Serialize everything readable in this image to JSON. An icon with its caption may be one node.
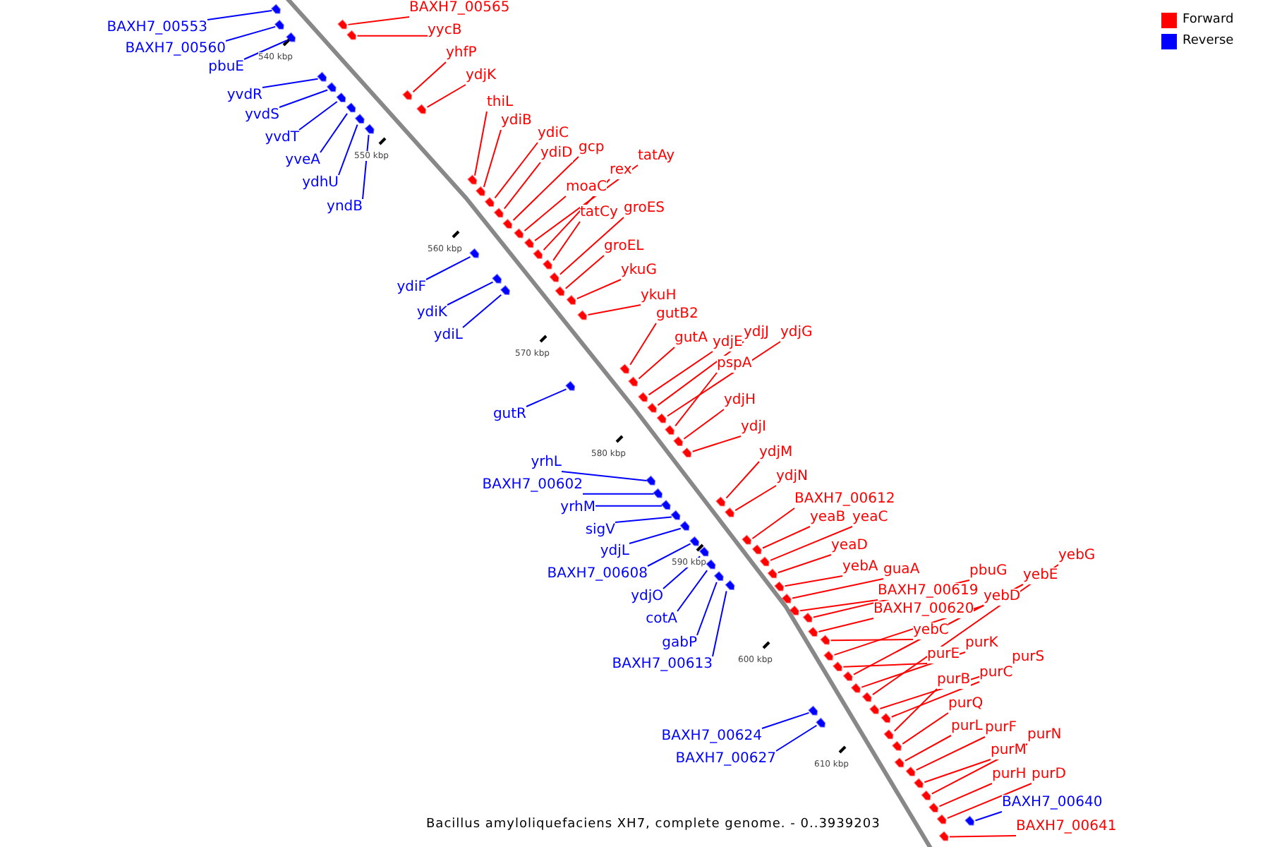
{
  "diagram": {
    "caption": "Bacillus amyloliquefaciens XH7, complete genome. - 0..3939203",
    "nodes": [
      {
        "text": [
          "BAXH7_00553"
        ]
      },
      {
        "text": [
          "BAXH7_00560"
        ]
      },
      {
        "text": [
          "pbuE"
        ]
      },
      {
        "text": [
          "yvdR"
        ]
      },
      {
        "text": [
          "yvdS"
        ]
      },
      {
        "text": [
          "yvdT"
        ]
      },
      {
        "text": [
          "yveA"
        ]
      },
      {
        "text": [
          "ydhU"
        ]
      },
      {
        "text": [
          "yndB"
        ]
      },
      {
        "text": [
          "ydiF"
        ]
      },
      {
        "text": [
          "ydiK"
        ]
      },
      {
        "text": [
          "ydiL"
        ]
      },
      {
        "text": [
          "gutR"
        ]
      },
      {
        "text": [
          "yrhL"
        ]
      },
      {
        "text": [
          "BAXH7_00602"
        ]
      },
      {
        "text": [
          "yrhM"
        ]
      },
      {
        "text": [
          "sigV"
        ]
      },
      {
        "text": [
          "ydjL"
        ]
      },
      {
        "text": [
          "BAXH7_00608"
        ]
      },
      {
        "text": [
          "ydjO"
        ]
      },
      {
        "text": [
          "cotA"
        ]
      },
      {
        "text": [
          "gabP"
        ]
      },
      {
        "text": [
          "BAXH7_00613"
        ]
      },
      {
        "text": [
          "BAXH7_00624"
        ]
      },
      {
        "text": [
          "BAXH7_00627"
        ]
      },
      {
        "text": [
          "BAXH7_00640"
        ]
      },
      {
        "text": [
          "BAXH7_00565"
        ]
      },
      {
        "text": [
          "yycB"
        ]
      },
      {
        "text": [
          "yhfP"
        ]
      },
      {
        "text": [
          "ydjK"
        ]
      },
      {
        "text": [
          "thiL"
        ]
      },
      {
        "text": [
          "ydiB"
        ]
      },
      {
        "text": [
          "ydiC"
        ]
      },
      {
        "text": [
          "ydiD"
        ]
      },
      {
        "text": [
          "gcp"
        ]
      },
      {
        "text": [
          "rex"
        ]
      },
      {
        "text": [
          "tatAy"
        ]
      },
      {
        "text": [
          "moaC"
        ]
      },
      {
        "text": [
          "tatCy"
        ]
      },
      {
        "text": [
          "groES"
        ]
      },
      {
        "text": [
          "groEL"
        ]
      },
      {
        "text": [
          "ykuG"
        ]
      },
      {
        "text": [
          "ykuH"
        ]
      },
      {
        "text": [
          "gutB2"
        ]
      },
      {
        "text": [
          "gutA"
        ]
      },
      {
        "text": [
          "ydjE"
        ]
      },
      {
        "text": [
          "ydjJ"
        ]
      },
      {
        "text": [
          "ydjG"
        ]
      },
      {
        "text": [
          "pspA"
        ]
      },
      {
        "text": [
          "ydjH"
        ]
      },
      {
        "text": [
          "ydjI"
        ]
      },
      {
        "text": [
          "ydjM"
        ]
      },
      {
        "text": [
          "ydjN"
        ]
      },
      {
        "text": [
          "BAXH7_00612"
        ]
      },
      {
        "text": [
          "yeaB"
        ]
      },
      {
        "text": [
          "yeaC"
        ]
      },
      {
        "text": [
          "yeaD"
        ]
      },
      {
        "text": [
          "yebA"
        ]
      },
      {
        "text": [
          "guaA"
        ]
      },
      {
        "text": [
          "pbuG"
        ]
      },
      {
        "text": [
          "BAXH7_00619"
        ]
      },
      {
        "text": [
          "yebD"
        ]
      },
      {
        "text": [
          "yebE"
        ]
      },
      {
        "text": [
          "yebG"
        ]
      },
      {
        "text": [
          "BAXH7_00620"
        ]
      },
      {
        "text": [
          "yebC"
        ]
      },
      {
        "text": [
          "purK"
        ]
      },
      {
        "text": [
          "purE"
        ]
      },
      {
        "text": [
          "purS"
        ]
      },
      {
        "text": [
          "purC"
        ]
      },
      {
        "text": [
          "purB"
        ]
      },
      {
        "text": [
          "purQ"
        ]
      },
      {
        "text": [
          "purL"
        ]
      },
      {
        "text": [
          "purF"
        ]
      },
      {
        "text": [
          "purM"
        ]
      },
      {
        "text": [
          "purN"
        ]
      },
      {
        "text": [
          "purH"
        ]
      },
      {
        "text": [
          "purD"
        ]
      },
      {
        "text": [
          "BAXH7_00641"
        ]
      },
      {
        "text": [],
        "shape": "box"
      },
      {
        "text": [],
        "shape": "box"
      },
      {
        "text": [],
        "shape": "box"
      },
      {
        "text": [],
        "shape": "box"
      },
      {
        "text": [],
        "shape": "box"
      },
      {
        "text": [],
        "shape": "box"
      },
      {
        "text": [],
        "shape": "box"
      },
      {
        "text": [],
        "shape": "box"
      },
      {
        "text": [],
        "shape": "box"
      },
      {
        "text": [],
        "shape": "box"
      },
      {
        "text": [],
        "shape": "box"
      },
      {
        "text": [],
        "shape": "box"
      },
      {
        "text": [],
        "shape": "box"
      },
      {
        "text": [],
        "shape": "box"
      },
      {
        "text": [],
        "shape": "box"
      },
      {
        "text": [],
        "shape": "box"
      },
      {
        "text": [],
        "shape": "box"
      },
      {
        "text": [],
        "shape": "box"
      },
      {
        "text": [],
        "shape": "box"
      },
      {
        "text": [],
        "shape": "box"
      },
      {
        "text": [],
        "shape": "box"
      },
      {
        "text": [],
        "shape": "box"
      },
      {
        "text": [],
        "shape": "box"
      },
      {
        "text": [],
        "shape": "box"
      },
      {
        "text": [],
        "shape": "box"
      },
      {
        "text": [],
        "shape": "box"
      },
      {
        "text": [],
        "shape": "box"
      },
      {
        "text": [],
        "shape": "box"
      },
      {
        "text": [],
        "shape": "box"
      },
      {
        "text": [],
        "shape": "box"
      },
      {
        "text": [],
        "shape": "box"
      },
      {
        "text": [],
        "shape": "box"
      },
      {
        "text": [],
        "shape": "box"
      },
      {
        "text": [],
        "shape": "box"
      },
      {
        "text": [],
        "shape": "box"
      },
      {
        "text": [],
        "shape": "box"
      },
      {
        "text": [],
        "shape": "box"
      },
      {
        "text": [],
        "shape": "box"
      },
      {
        "text": [],
        "shape": "box"
      },
      {
        "text": [],
        "shape": "box"
      },
      {
        "text": [],
        "shape": "box"
      },
      {
        "text": [],
        "shape": "box"
      },
      {
        "text": [],
        "shape": "box"
      },
      {
        "text": [],
        "shape": "box"
      },
      {
        "text": [],
        "shape": "box"
      },
      {
        "text": [],
        "shape": "box"
      },
      {
        "text": [],
        "shape": "box"
      },
      {
        "text": [],
        "shape": "box"
      },
      {
        "text": [],
        "shape": "box"
      },
      {
        "text": [],
        "shape": "box"
      },
      {
        "text": [],
        "shape": "box"
      },
      {
        "text": [],
        "shape": "box"
      },
      {
        "text": [],
        "shape": "box"
      },
      {
        "text": [],
        "shape": "box"
      },
      {
        "text": [],
        "shape": "box"
      },
      {
        "text": [],
        "shape": "box"
      },
      {
        "text": [],
        "shape": "box"
      },
      {
        "text": [],
        "shape": "box"
      },
      {
        "text": [],
        "shape": "box"
      },
      {
        "text": [],
        "shape": "box"
      },
      {
        "text": [],
        "shape": "box"
      },
      {
        "text": [],
        "shape": "box"
      },
      {
        "text": [],
        "shape": "box"
      },
      {
        "text": [],
        "shape": "box"
      },
      {
        "text": [],
        "shape": "box"
      },
      {
        "text": [],
        "shape": "box"
      },
      {
        "text": [],
        "shape": "box"
      },
      {
        "text": [],
        "shape": "box"
      },
      {
        "text": [],
        "shape": "box"
      },
      {
        "text": [],
        "shape": "box"
      },
      {
        "text": [],
        "shape": "box"
      },
      {
        "text": [],
        "shape": "box"
      },
      {
        "text": [],
        "shape": "box"
      },
      {
        "text": [],
        "shape": "box"
      },
      {
        "text": [],
        "shape": "box"
      },
      {
        "text": [],
        "shape": "box"
      },
      {
        "text": [],
        "shape": "box"
      },
      {
        "text": [],
        "shape": "box"
      },
      {
        "text": [],
        "shape": "box"
      }
    ],
    "edges": [
      {
        "from": 0,
        "to": 79,
        "arrow": "none",
        "color": "#0000ff"
      },
      {
        "from": 1,
        "to": 80,
        "arrow": "none",
        "color": "#0000ff"
      },
      {
        "from": 2,
        "to": 81,
        "arrow": "none",
        "color": "#0000ff"
      },
      {
        "from": 3,
        "to": 82,
        "arrow": "none",
        "color": "#0000ff"
      },
      {
        "from": 4,
        "to": 83,
        "arrow": "none",
        "color": "#0000ff"
      },
      {
        "from": 5,
        "to": 84,
        "arrow": "none",
        "color": "#0000ff"
      },
      {
        "from": 6,
        "to": 85,
        "arrow": "none",
        "color": "#0000ff"
      },
      {
        "from": 7,
        "to": 86,
        "arrow": "none",
        "color": "#0000ff"
      },
      {
        "from": 8,
        "to": 87,
        "arrow": "none",
        "color": "#0000ff"
      },
      {
        "from": 9,
        "to": 88,
        "arrow": "none",
        "color": "#0000ff"
      },
      {
        "from": 10,
        "to": 89,
        "arrow": "none",
        "color": "#0000ff"
      },
      {
        "from": 11,
        "to": 90,
        "arrow": "none",
        "color": "#0000ff"
      },
      {
        "from": 12,
        "to": 91,
        "arrow": "none",
        "color": "#0000ff"
      },
      {
        "from": 13,
        "to": 92,
        "arrow": "none",
        "color": "#0000ff"
      },
      {
        "from": 14,
        "to": 93,
        "arrow": "none",
        "color": "#0000ff"
      },
      {
        "from": 15,
        "to": 94,
        "arrow": "none",
        "color": "#0000ff"
      },
      {
        "from": 16,
        "to": 95,
        "arrow": "none",
        "color": "#0000ff"
      },
      {
        "from": 17,
        "to": 96,
        "arrow": "none",
        "color": "#0000ff"
      },
      {
        "from": 18,
        "to": 97,
        "arrow": "none",
        "color": "#0000ff"
      },
      {
        "from": 19,
        "to": 98,
        "arrow": "none",
        "color": "#0000ff"
      },
      {
        "from": 20,
        "to": 99,
        "arrow": "none",
        "color": "#0000ff"
      },
      {
        "from": 21,
        "to": 100,
        "arrow": "none",
        "color": "#0000ff"
      },
      {
        "from": 22,
        "to": 101,
        "arrow": "none",
        "color": "#0000ff"
      },
      {
        "from": 23,
        "to": 102,
        "arrow": "none",
        "color": "#0000ff"
      },
      {
        "from": 24,
        "to": 103,
        "arrow": "none",
        "color": "#0000ff"
      },
      {
        "from": 25,
        "to": 104,
        "arrow": "none",
        "color": "#0000ff"
      },
      {
        "from": 26,
        "to": 105,
        "arrow": "none"
      },
      {
        "from": 27,
        "to": 106,
        "arrow": "none"
      },
      {
        "from": 28,
        "to": 107,
        "arrow": "none"
      },
      {
        "from": 29,
        "to": 108,
        "arrow": "none"
      },
      {
        "from": 30,
        "to": 109,
        "arrow": "none"
      },
      {
        "from": 31,
        "to": 110,
        "arrow": "none"
      },
      {
        "from": 32,
        "to": 111,
        "arrow": "none"
      },
      {
        "from": 33,
        "to": 112,
        "arrow": "none"
      },
      {
        "from": 34,
        "to": 113,
        "arrow": "none"
      },
      {
        "from": 35,
        "to": 114,
        "arrow": "none"
      },
      {
        "from": 36,
        "to": 115,
        "arrow": "none"
      },
      {
        "from": 37,
        "to": 116,
        "arrow": "none"
      },
      {
        "from": 38,
        "to": 117,
        "arrow": "none"
      },
      {
        "from": 39,
        "to": 118,
        "arrow": "none"
      },
      {
        "from": 40,
        "to": 119,
        "arrow": "none"
      },
      {
        "from": 41,
        "to": 120,
        "arrow": "none"
      },
      {
        "from": 42,
        "to": 121,
        "arrow": "none"
      },
      {
        "from": 43,
        "to": 122,
        "arrow": "none"
      },
      {
        "from": 44,
        "to": 123,
        "arrow": "none"
      },
      {
        "from": 45,
        "to": 124,
        "arrow": "none"
      },
      {
        "from": 46,
        "to": 125,
        "arrow": "none"
      },
      {
        "from": 47,
        "to": 126,
        "arrow": "none"
      },
      {
        "from": 48,
        "to": 127,
        "arrow": "none"
      },
      {
        "from": 49,
        "to": 128,
        "arrow": "none"
      },
      {
        "from": 50,
        "to": 129,
        "arrow": "none"
      },
      {
        "from": 51,
        "to": 130,
        "arrow": "none"
      },
      {
        "from": 52,
        "to": 131,
        "arrow": "none"
      },
      {
        "from": 53,
        "to": 132,
        "arrow": "none"
      },
      {
        "from": 54,
        "to": 133,
        "arrow": "none"
      },
      {
        "from": 55,
        "to": 134,
        "arrow": "none"
      },
      {
        "from": 56,
        "to": 135,
        "arrow": "none"
      },
      {
        "from": 57,
        "to": 136,
        "arrow": "none"
      },
      {
        "from": 58,
        "to": 137,
        "arrow": "none"
      },
      {
        "from": 59,
        "to": 138,
        "arrow": "none"
      },
      {
        "from": 60,
        "to": 139,
        "arrow": "none"
      },
      {
        "from": 61,
        "to": 140,
        "arrow": "none"
      },
      {
        "from": 62,
        "to": 141,
        "arrow": "none"
      },
      {
        "from": 63,
        "to": 142,
        "arrow": "none"
      },
      {
        "from": 64,
        "to": 143,
        "arrow": "none"
      },
      {
        "from": 65,
        "to": 144,
        "arrow": "none"
      },
      {
        "from": 66,
        "to": 145,
        "arrow": "none"
      },
      {
        "from": 67,
        "to": 146,
        "arrow": "none"
      },
      {
        "from": 68,
        "to": 147,
        "arrow": "none"
      },
      {
        "from": 69,
        "to": 148,
        "arrow": "none"
      },
      {
        "from": 70,
        "to": 149,
        "arrow": "none"
      },
      {
        "from": 71,
        "to": 150,
        "arrow": "none"
      },
      {
        "from": 72,
        "to": 151,
        "arrow": "none"
      },
      {
        "from": 73,
        "to": 152,
        "arrow": "none"
      },
      {
        "from": 74,
        "to": 153,
        "arrow": "none"
      },
      {
        "from": 75,
        "to": 154,
        "arrow": "none"
      },
      {
        "from": 76,
        "to": 155,
        "arrow": "none"
      },
      {
        "from": 77,
        "to": 156,
        "arrow": "none"
      },
      {
        "from": 78,
        "to": 157,
        "arrow": "none"
      }
    ],
    "labels": [
      "540 kbp",
      "550 kbp",
      "560 kbp",
      "570 kbp",
      "580 kbp",
      "590 kbp",
      "600 kbp",
      "610 kbp"
    ],
    "legend": [
      {
        "text": "Forward",
        "color": "#ff0000"
      },
      {
        "text": "Reverse",
        "color": "#0000ff"
      }
    ]
  }
}
